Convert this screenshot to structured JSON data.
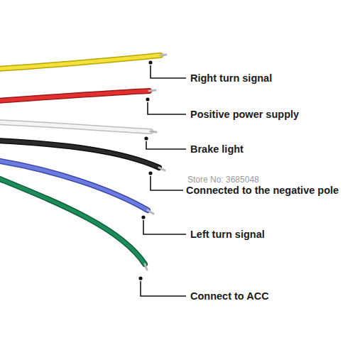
{
  "diagram": {
    "labels": [
      "Right turn signal",
      "Positive power supply",
      "Brake light",
      "Connected to the negative pole",
      "Left turn signal",
      "Connect to ACC",
      "Store No: 3685048"
    ]
  }
}
